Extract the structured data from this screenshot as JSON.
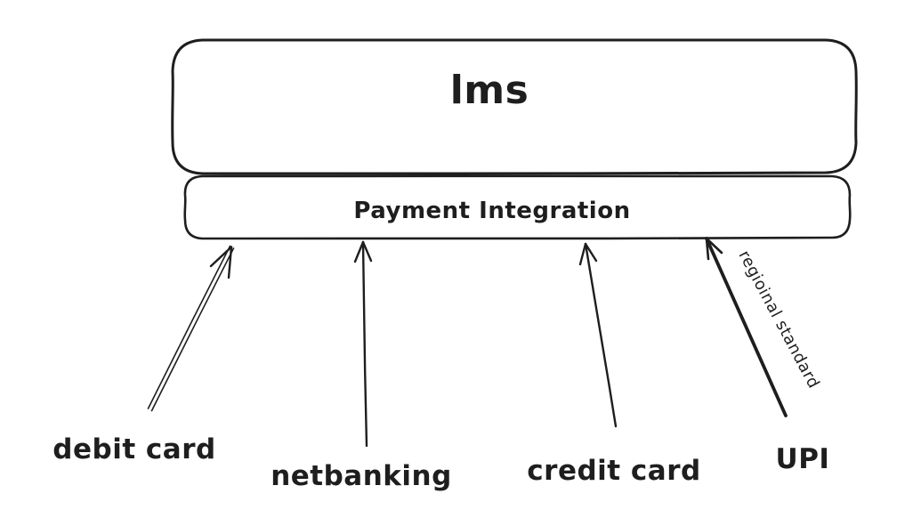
{
  "canvas": {
    "background_color": "#ffffff",
    "stroke_color": "#1e1e1e"
  },
  "diagram": {
    "boxes": [
      {
        "id": "lms",
        "label": "lms"
      },
      {
        "id": "payment-integration",
        "label": "Payment Integration"
      }
    ],
    "payment_methods": [
      {
        "id": "debit-card",
        "label": "debit card"
      },
      {
        "id": "netbanking",
        "label": "netbanking"
      },
      {
        "id": "credit-card",
        "label": "credit card"
      },
      {
        "id": "upi",
        "label": "UPI"
      }
    ],
    "annotation": {
      "label": "regioinal standard"
    }
  }
}
